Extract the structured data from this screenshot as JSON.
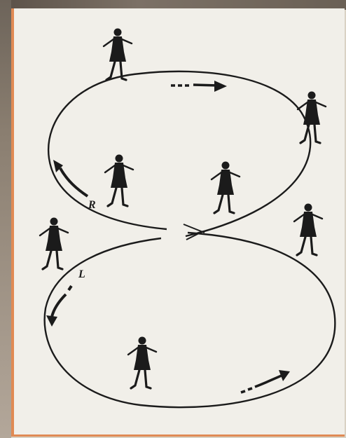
{
  "diagram": {
    "direction_labels": {
      "right": "R",
      "left": "L"
    },
    "colors": {
      "ink": "#1b1b1b",
      "paper": "#f1efe9",
      "border_orange": "#e08a54"
    },
    "icons": [
      "dancer-figure",
      "direction-arrow"
    ]
  }
}
